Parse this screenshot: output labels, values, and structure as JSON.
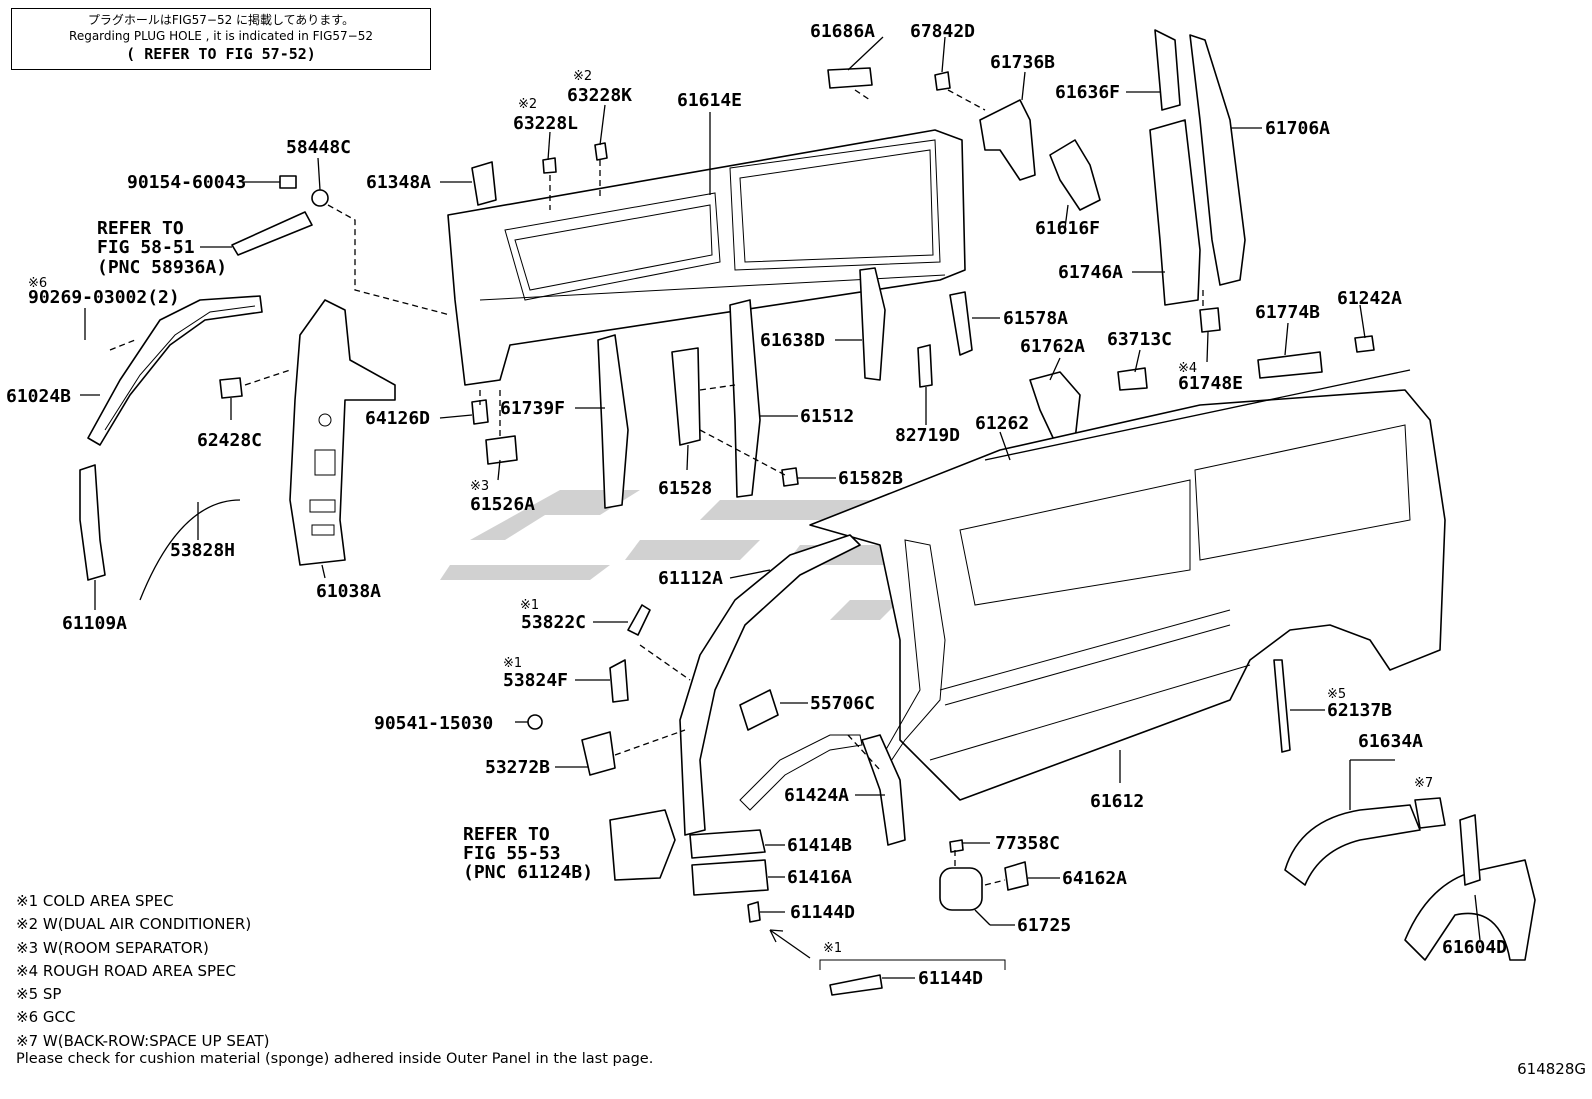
{
  "note": {
    "line1": "プラグホールはFIG57−52 に掲載してあります。",
    "line2": "Regarding PLUG HOLE , it is indicated in FIG57−52",
    "line3": "( REFER TO FIG 57-52)"
  },
  "labels": {
    "p61686A": "61686A",
    "p67842D": "67842D",
    "p61736B": "61736B",
    "p61636F": "61636F",
    "p61706A": "61706A",
    "p63228K": "63228K",
    "p63228L": "63228L",
    "p61614E": "61614E",
    "p58448C": "58448C",
    "p90154": "90154-60043",
    "p61348A": "61348A",
    "ref58_1": "REFER TO",
    "ref58_2": "FIG 58-51",
    "ref58_3": "(PNC 58936A)",
    "p90269": "90269-03002(2)",
    "p61024B": "61024B",
    "p62428C": "62428C",
    "p64126D": "64126D",
    "p61739F": "61739F",
    "p61638D": "61638D",
    "p61578A": "61578A",
    "p61616F": "61616F",
    "p61746A": "61746A",
    "p63713C": "63713C",
    "p61762A": "61762A",
    "p61774B": "61774B",
    "p61242A": "61242A",
    "p61748E": "61748E",
    "p61512": "61512",
    "p82719D": "82719D",
    "p61262": "61262",
    "p61526A": "61526A",
    "p61528": "61528",
    "p61582B": "61582B",
    "p53828H": "53828H",
    "p61038A": "61038A",
    "p61109A": "61109A",
    "p61112A": "61112A",
    "p53822C": "53822C",
    "p53824F": "53824F",
    "p55706C": "55706C",
    "p90541": "90541-15030",
    "p53272B": "53272B",
    "p61424A": "61424A",
    "p61612": "61612",
    "p62137B": "62137B",
    "p61634A": "61634A",
    "p61414B": "61414B",
    "p61416A": "61416A",
    "p61144D_1": "61144D",
    "p61144D_2": "61144D",
    "p77358C": "77358C",
    "p64162A": "64162A",
    "p61725": "61725",
    "p61604D": "61604D",
    "ref55_1": "REFER TO",
    "ref55_2": "FIG 55-53",
    "ref55_3": "(PNC 61124B)"
  },
  "marks": {
    "m2a": "※2",
    "m2b": "※2",
    "m6": "※6",
    "m3": "※3",
    "m4": "※4",
    "m1a": "※1",
    "m1b": "※1",
    "m5": "※5",
    "m7": "※7",
    "m1c": "※1"
  },
  "legend": [
    "※1 COLD AREA SPEC",
    "※2 W(DUAL AIR CONDITIONER)",
    "※3 W(ROOM SEPARATOR)",
    "※4 ROUGH ROAD AREA SPEC",
    "※5 SP",
    "※6 GCC",
    "※7 W(BACK-ROW:SPACE UP SEAT)"
  ],
  "footer": "Please check for cushion material (sponge) adhered inside Outer Panel in the last page.",
  "figure_id": "614828G"
}
